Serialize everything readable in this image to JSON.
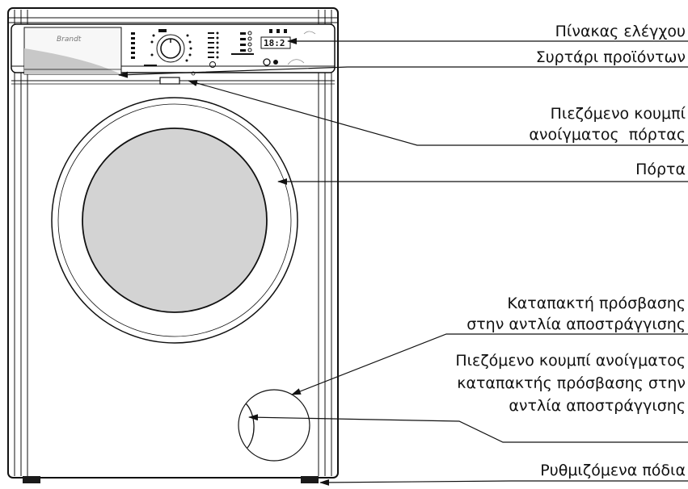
{
  "brand": "Brandt",
  "display_readout": "18:2",
  "labels": {
    "control_panel": "Πίνακας ελέγχου",
    "detergent_drawer": "Συρτάρι προϊόντων",
    "door_button": [
      "Πιεζόμενο κουμπί",
      "ανοίγματος  πόρτας"
    ],
    "door": "Πόρτα",
    "pump_hatch": [
      "Καταπακτή πρόσβασης",
      "στην αντλία αποστράγγισης"
    ],
    "hatch_button": [
      "Πιεζόμενο κουμπί ανοίγματος",
      "καταπακτής πρόσβασης στην",
      "αντλία αποστράγγισης"
    ],
    "feet": "Ρυθμιζόμενα πόδια"
  },
  "colors": {
    "line": "#111111",
    "glass": "#d3d3d3",
    "drawer_shade": "#c8c8c8",
    "feet": "#1a1a1a"
  }
}
